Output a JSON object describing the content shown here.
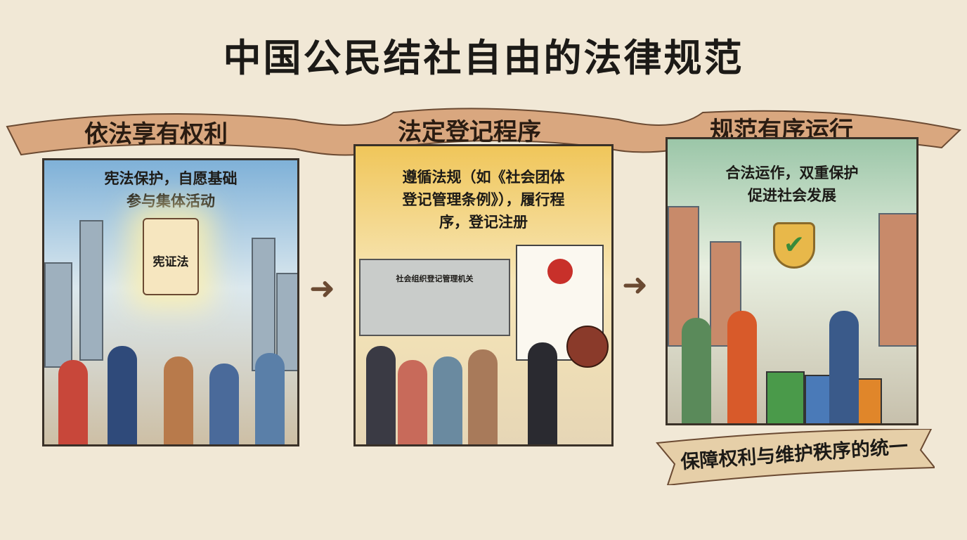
{
  "title": "中国公民结社自由的法律规范",
  "steps": [
    {
      "heading": "依法享有权利",
      "caption_lines": [
        "宪法保护，自愿基础",
        "参与集体活动"
      ],
      "scroll_text": "宪证法"
    },
    {
      "heading": "法定登记程序",
      "caption_lines": [
        "遵循法规（如《社会团体",
        "登记管理条例》），履行程",
        "序，登记注册"
      ],
      "building_sign": "社会组织登记管理机关"
    },
    {
      "heading": "规范有序运行",
      "caption_lines": [
        "合法运作，双重保护",
        "促进社会发展"
      ]
    }
  ],
  "conclusion": "保障权利与维护秩序的统一",
  "colors": {
    "ribbon": "#d9a77f",
    "panel1_sky": "#7fb1d8",
    "panel2_sky": "#f0c65a",
    "panel3_sky": "#9bc6a8",
    "background": "#f1e8d6"
  }
}
